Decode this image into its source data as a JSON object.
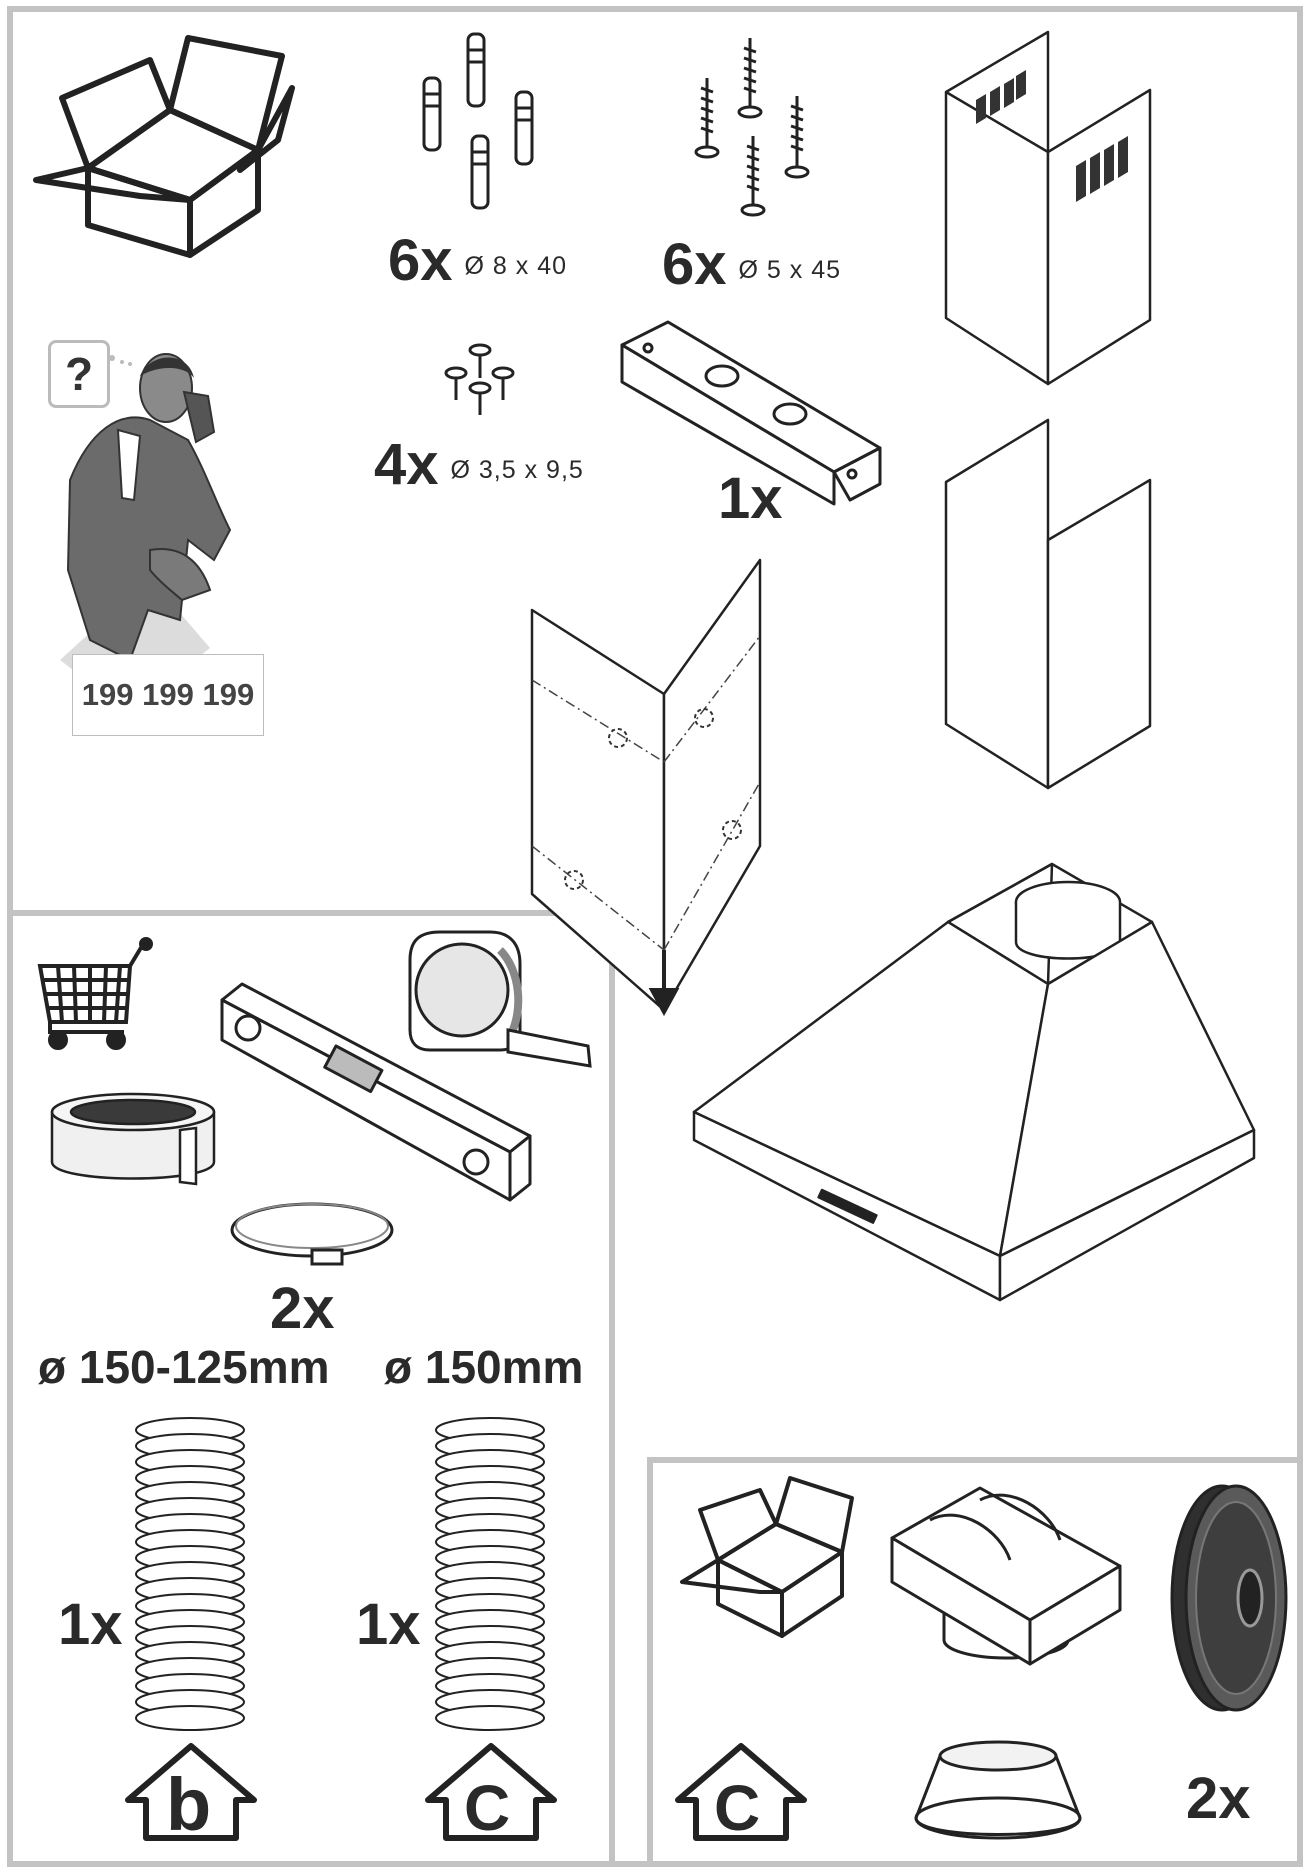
{
  "panels": {
    "contents": {
      "dowels": {
        "qty": "6x",
        "dim": "Ø 8 x 40"
      },
      "screws_long": {
        "qty": "6x",
        "dim": "Ø 5 x 45"
      },
      "screws_short": {
        "qty": "4x",
        "dim": "Ø 3,5 x 9,5"
      },
      "bracket": {
        "qty": "1x"
      },
      "service": {
        "question_mark": "?",
        "phone_number": "199 199 199"
      }
    },
    "purchase": {
      "clamps_qty": "2x",
      "hose_b": {
        "diameter": "ø 150-125mm",
        "qty": "1x",
        "mode_letter": "b"
      },
      "hose_c": {
        "diameter": "ø 150mm",
        "qty": "1x",
        "mode_letter": "C"
      }
    },
    "recirculation_kit": {
      "mode_letter": "C",
      "filter_qty": "2x"
    }
  },
  "colors": {
    "panel_border": "#c3c3c3",
    "line": "#222222",
    "dark_fill": "#3a3a3a"
  }
}
